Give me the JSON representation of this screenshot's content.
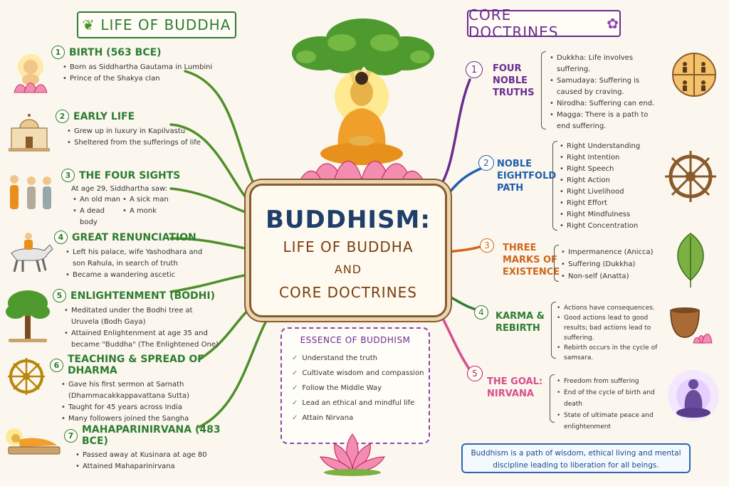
{
  "banners": {
    "left": "LIFE OF BUDDHA",
    "right": "CORE DOCTRINES"
  },
  "center": {
    "title": "BUDDHISM:",
    "line1": "LIFE OF BUDDHA",
    "line2": "AND",
    "line3": "CORE DOCTRINES"
  },
  "life": [
    {
      "num": "1",
      "title": "BIRTH (563 BCE)",
      "items": [
        "Born as Siddhartha Gautama in Lumbini",
        "Prince of the Shakya clan"
      ]
    },
    {
      "num": "2",
      "title": "EARLY LIFE",
      "items": [
        "Grew up in luxury in Kapilvastu",
        "Sheltered from the sufferings of life"
      ]
    },
    {
      "num": "3",
      "title": "THE FOUR SIGHTS",
      "intro": "At age 29, Siddhartha saw:",
      "items": [
        "An old man",
        "A sick man",
        "A dead body",
        "A monk"
      ]
    },
    {
      "num": "4",
      "title": "GREAT RENUNCIATION",
      "items": [
        "Left his palace, wife Yashodhara and son Rahula, in search of truth",
        "Became a wandering ascetic"
      ]
    },
    {
      "num": "5",
      "title": "ENLIGHTENMENT (BODHI)",
      "items": [
        "Meditated under the Bodhi tree at Uruvela (Bodh Gaya)",
        "Attained Enlightenment at age 35 and became \"Buddha\" (The Enlightened One)"
      ]
    },
    {
      "num": "6",
      "title": "TEACHING & SPREAD OF DHARMA",
      "items": [
        "Gave his first sermon at Sarnath (Dhammacakkappavattana Sutta)",
        "Taught for 45 years across India",
        "Many followers joined the Sangha"
      ]
    },
    {
      "num": "7",
      "title": "MAHAPARINIRVANA (483 BCE)",
      "items": [
        "Passed away at Kusinara at age 80",
        "Attained Mahaparinirvana"
      ]
    }
  ],
  "doctrines": [
    {
      "num": "1",
      "title": [
        "FOUR",
        "NOBLE",
        "TRUTHS"
      ],
      "items": [
        "Dukkha: Life involves suffering.",
        "Samudaya: Suffering is caused by craving.",
        "Nirodha: Suffering can end.",
        "Magga: There is a path to end suffering."
      ]
    },
    {
      "num": "2",
      "title": [
        "NOBLE",
        "EIGHTFOLD",
        "PATH"
      ],
      "items": [
        "Right Understanding",
        "Right Intention",
        "Right Speech",
        "Right Action",
        "Right Livelihood",
        "Right Effort",
        "Right Mindfulness",
        "Right Concentration"
      ]
    },
    {
      "num": "3",
      "title": [
        "THREE",
        "MARKS OF",
        "EXISTENCE"
      ],
      "items": [
        "Impermanence (Anicca)",
        "Suffering (Dukkha)",
        "Non-self (Anatta)"
      ]
    },
    {
      "num": "4",
      "title": [
        "KARMA &",
        "REBIRTH"
      ],
      "items": [
        "Actions have consequences.",
        "Good actions lead to good results; bad actions lead to suffering.",
        "Rebirth occurs in the cycle of samsara."
      ]
    },
    {
      "num": "5",
      "title": [
        "THE GOAL:",
        "NIRVANA"
      ],
      "items": [
        "Freedom from suffering",
        "End of the cycle of birth and death",
        "State of ultimate peace and enlightenment"
      ]
    }
  ],
  "essence": {
    "title": "ESSENCE OF BUDDHISM",
    "items": [
      "Understand the truth",
      "Cultivate wisdom and compassion",
      "Follow the Middle Way",
      "Lead an ethical and mindful life",
      "Attain Nirvana"
    ]
  },
  "note": "Buddhism is a path of wisdom, ethical living and mental discipline leading to liberation for all beings.",
  "colors": {
    "life_green": "#2e7d32",
    "truths_purple": "#6a2c91",
    "path_blue": "#1f5fae",
    "marks_orange": "#d0661b",
    "karma_green": "#2e7d32",
    "goal_pink": "#c2185b",
    "title_navy": "#1f3f6b"
  }
}
